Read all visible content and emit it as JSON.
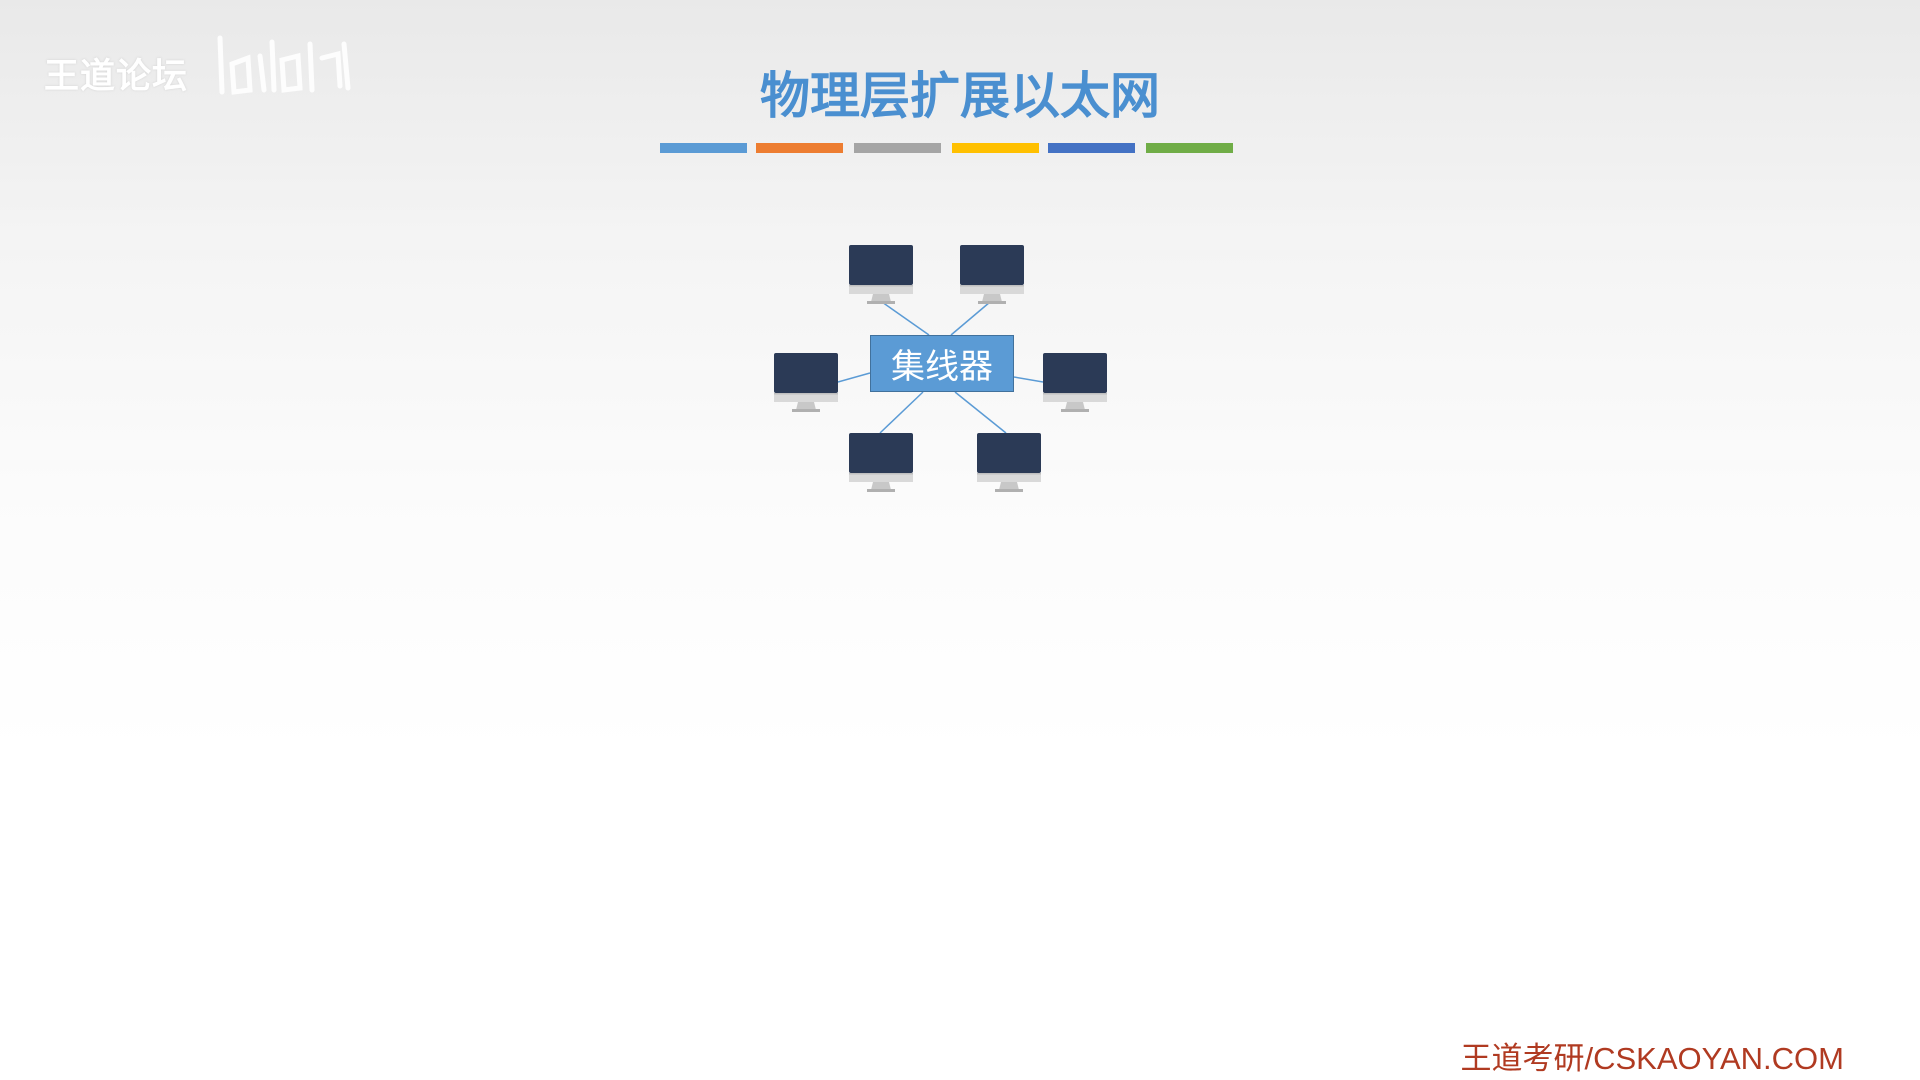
{
  "watermark": {
    "text": "王道论坛"
  },
  "title": "物理层扩展以太网",
  "color_bars": [
    "#5b9bd5",
    "#ed7d31",
    "#a5a5a5",
    "#ffc000",
    "#4472c4",
    "#70ad47"
  ],
  "hub": {
    "label": "集线器",
    "color": "#5b9bd5"
  },
  "computers": [
    {
      "name": "computer-top-left"
    },
    {
      "name": "computer-top-right"
    },
    {
      "name": "computer-left"
    },
    {
      "name": "computer-right"
    },
    {
      "name": "computer-bottom-left"
    },
    {
      "name": "computer-bottom-right"
    }
  ],
  "footer": "王道考研/CSKAOYAN.COM",
  "colors": {
    "title": "#4a8fd0",
    "monitor_screen": "#2b3a56",
    "link_line": "#5b9bd5",
    "footer": "#b03a21"
  }
}
